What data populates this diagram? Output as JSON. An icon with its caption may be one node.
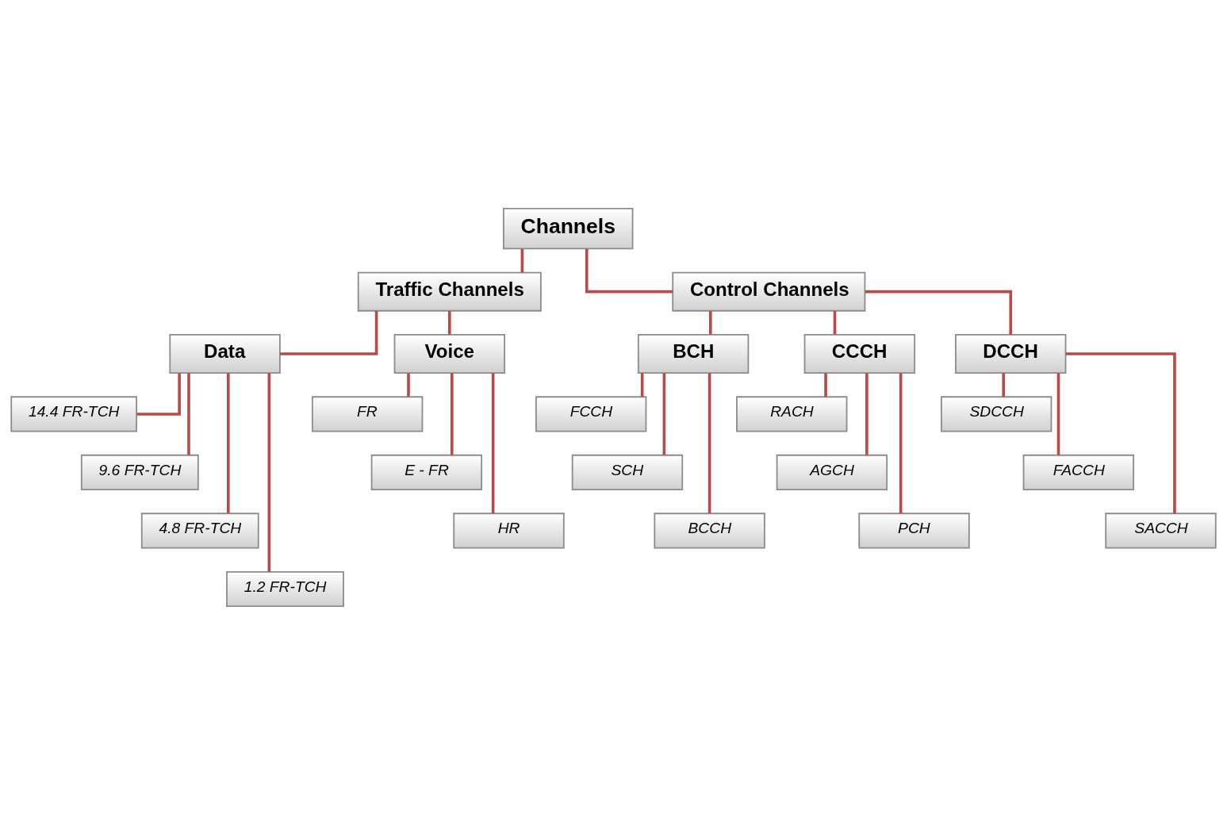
{
  "diagram": {
    "nodes": [
      {
        "text": [
          "Channels"
        ]
      },
      {
        "text": [
          "Traffic Channels"
        ]
      },
      {
        "text": [
          "Control Channels"
        ]
      },
      {
        "text": [
          "Data"
        ]
      },
      {
        "text": [
          "Voice"
        ]
      },
      {
        "text": [
          "BCH"
        ]
      },
      {
        "text": [
          "CCCH"
        ]
      },
      {
        "text": [
          "DCCH"
        ]
      },
      {
        "text": [
          "14.4 FR-TCH"
        ]
      },
      {
        "text": [
          "9.6 FR-TCH"
        ]
      },
      {
        "text": [
          "4.8 FR-TCH"
        ]
      },
      {
        "text": [
          "1.2 FR-TCH"
        ]
      },
      {
        "text": [
          "FR"
        ]
      },
      {
        "text": [
          "E - FR"
        ]
      },
      {
        "text": [
          "HR"
        ]
      },
      {
        "text": [
          "FCCH"
        ]
      },
      {
        "text": [
          "SCH"
        ]
      },
      {
        "text": [
          "BCCH"
        ]
      },
      {
        "text": [
          "RACH"
        ]
      },
      {
        "text": [
          "AGCH"
        ]
      },
      {
        "text": [
          "PCH"
        ]
      },
      {
        "text": [
          "SDCCH"
        ]
      },
      {
        "text": [
          "FACCH"
        ]
      },
      {
        "text": [
          "SACCH"
        ]
      }
    ],
    "edges": [
      {
        "from": 0,
        "to": 1,
        "arrow": "none"
      },
      {
        "from": 0,
        "to": 2,
        "arrow": "none"
      },
      {
        "from": 1,
        "to": 3,
        "arrow": "none"
      },
      {
        "from": 1,
        "to": 4,
        "arrow": "none"
      },
      {
        "from": 2,
        "to": 5,
        "arrow": "none"
      },
      {
        "from": 2,
        "to": 6,
        "arrow": "none"
      },
      {
        "from": 2,
        "to": 7,
        "arrow": "none"
      },
      {
        "from": 3,
        "to": 8,
        "arrow": "none"
      },
      {
        "from": 3,
        "to": 9,
        "arrow": "none"
      },
      {
        "from": 3,
        "to": 10,
        "arrow": "none"
      },
      {
        "from": 3,
        "to": 11,
        "arrow": "none"
      },
      {
        "from": 4,
        "to": 12,
        "arrow": "none"
      },
      {
        "from": 4,
        "to": 13,
        "arrow": "none"
      },
      {
        "from": 4,
        "to": 14,
        "arrow": "none"
      },
      {
        "from": 5,
        "to": 15,
        "arrow": "none"
      },
      {
        "from": 5,
        "to": 16,
        "arrow": "none"
      },
      {
        "from": 5,
        "to": 17,
        "arrow": "none"
      },
      {
        "from": 6,
        "to": 18,
        "arrow": "none"
      },
      {
        "from": 6,
        "to": 19,
        "arrow": "none"
      },
      {
        "from": 6,
        "to": 20,
        "arrow": "none"
      },
      {
        "from": 7,
        "to": 21,
        "arrow": "none"
      },
      {
        "from": 7,
        "to": 22,
        "arrow": "none"
      },
      {
        "from": 7,
        "to": 23,
        "arrow": "none"
      }
    ]
  }
}
